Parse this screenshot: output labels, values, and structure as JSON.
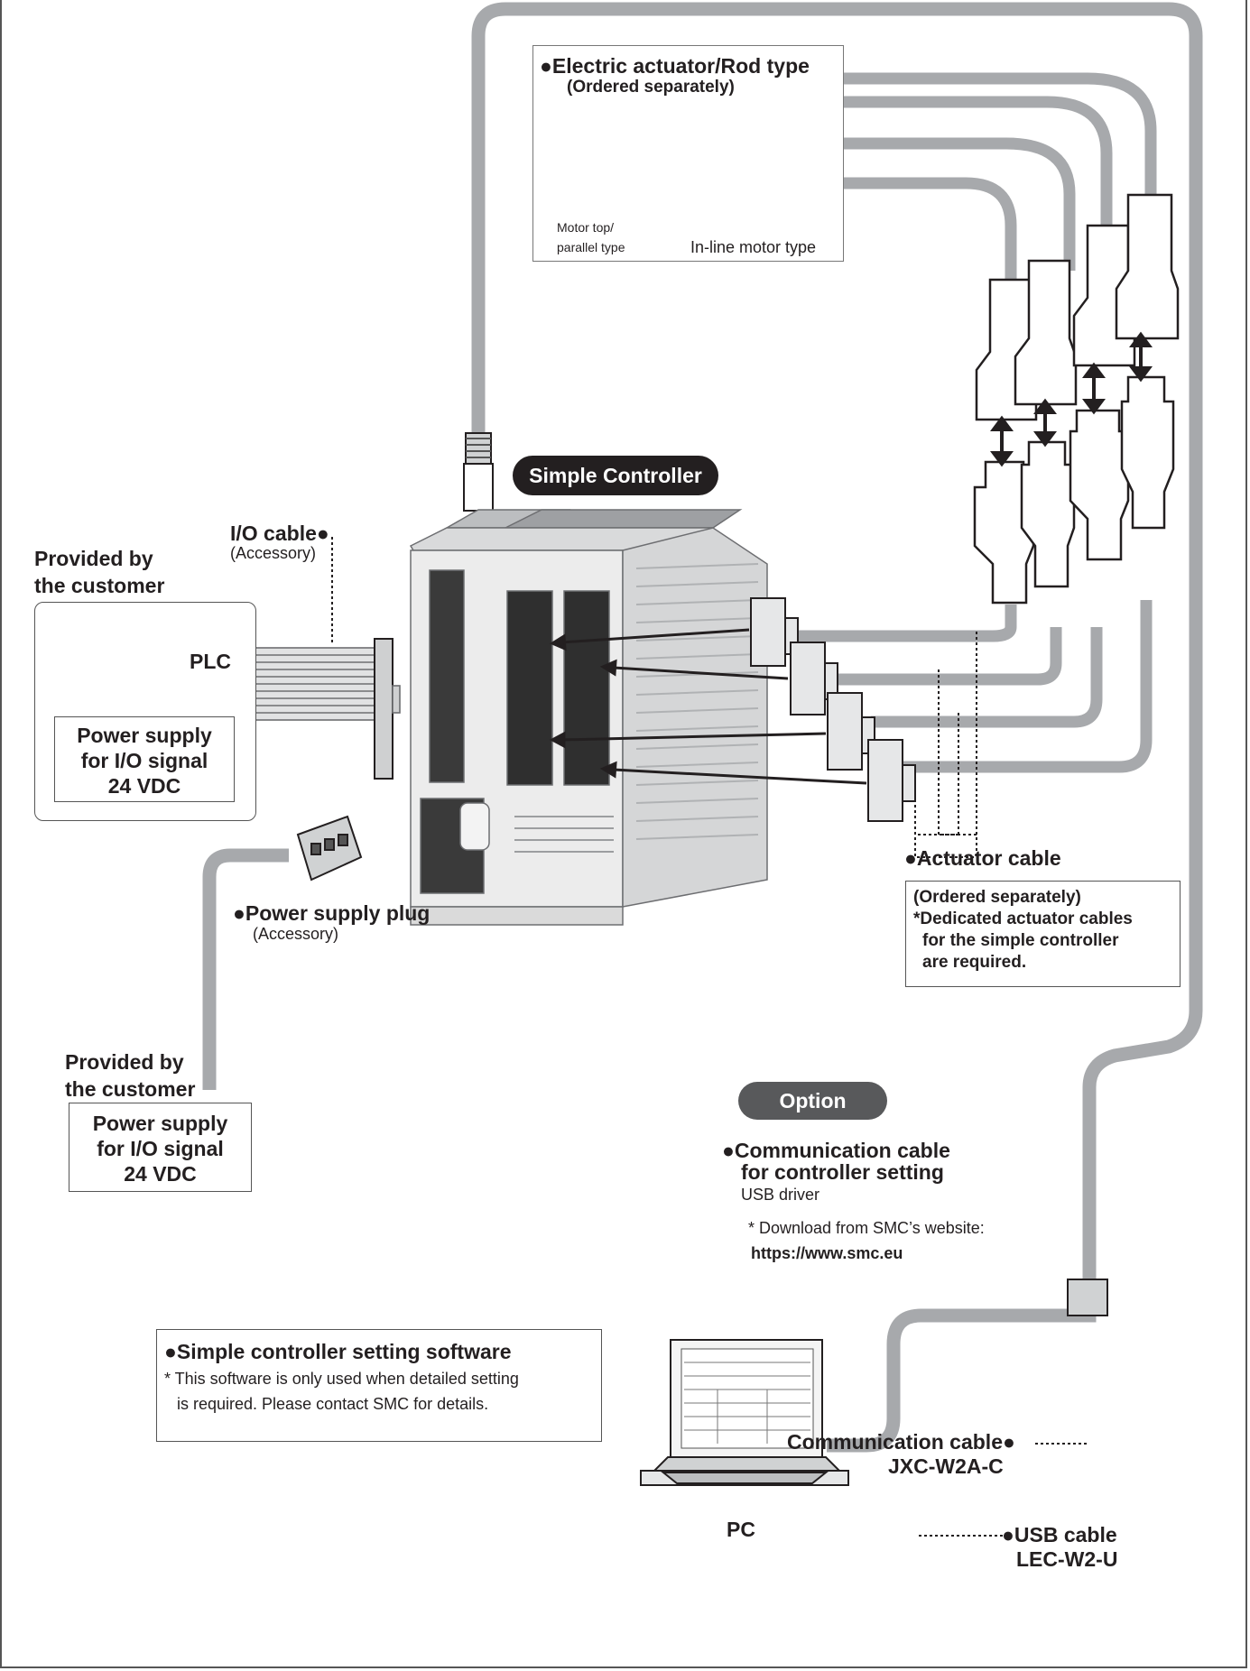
{
  "actuator": {
    "title": "●Electric actuator/Rod type",
    "subtitle": "(Ordered separately)",
    "motor_top_label_1": "Motor top/",
    "motor_top_label_2": "parallel type",
    "inline_label": "In-line motor type"
  },
  "controller": {
    "badge": "Simple Controller"
  },
  "io_cable": {
    "title": "I/O cable●",
    "note": "(Accessory)"
  },
  "customer_top": {
    "line1": "Provided by",
    "line2": "the customer",
    "plc": "PLC",
    "power_1": "Power supply",
    "power_2": "for I/O signal",
    "power_3": "24 VDC"
  },
  "power_plug": {
    "title": "●Power supply plug",
    "note": "(Accessory)"
  },
  "actuator_cable": {
    "title": "●Actuator cable",
    "note_1": "(Ordered separately)",
    "note_2": "*Dedicated actuator cables",
    "note_3": "for the simple controller",
    "note_4": "are required."
  },
  "customer_bottom": {
    "line1": "Provided by",
    "line2": "the customer",
    "power_1": "Power supply",
    "power_2": "for I/O signal",
    "power_3": "24 VDC"
  },
  "option": {
    "badge": "Option",
    "title_1": "●Communication cable",
    "title_2": "for controller setting",
    "driver": "USB driver",
    "download": "* Download from SMC’s website:",
    "url": "https://www.smc.eu"
  },
  "comm_cable": {
    "title": "Communication cable●",
    "model": "JXC-W2A-C"
  },
  "software": {
    "title": "●Simple controller setting software",
    "note_1": "* This software is only used when detailed setting",
    "note_2": "is required. Please contact SMC for details."
  },
  "usb_cable": {
    "title": "●USB cable",
    "model": "LEC-W2-U"
  },
  "pc": {
    "label": "PC"
  },
  "colors": {
    "cable": "#a7a9ac",
    "badge": "#231f20",
    "option_badge": "#58595b"
  }
}
